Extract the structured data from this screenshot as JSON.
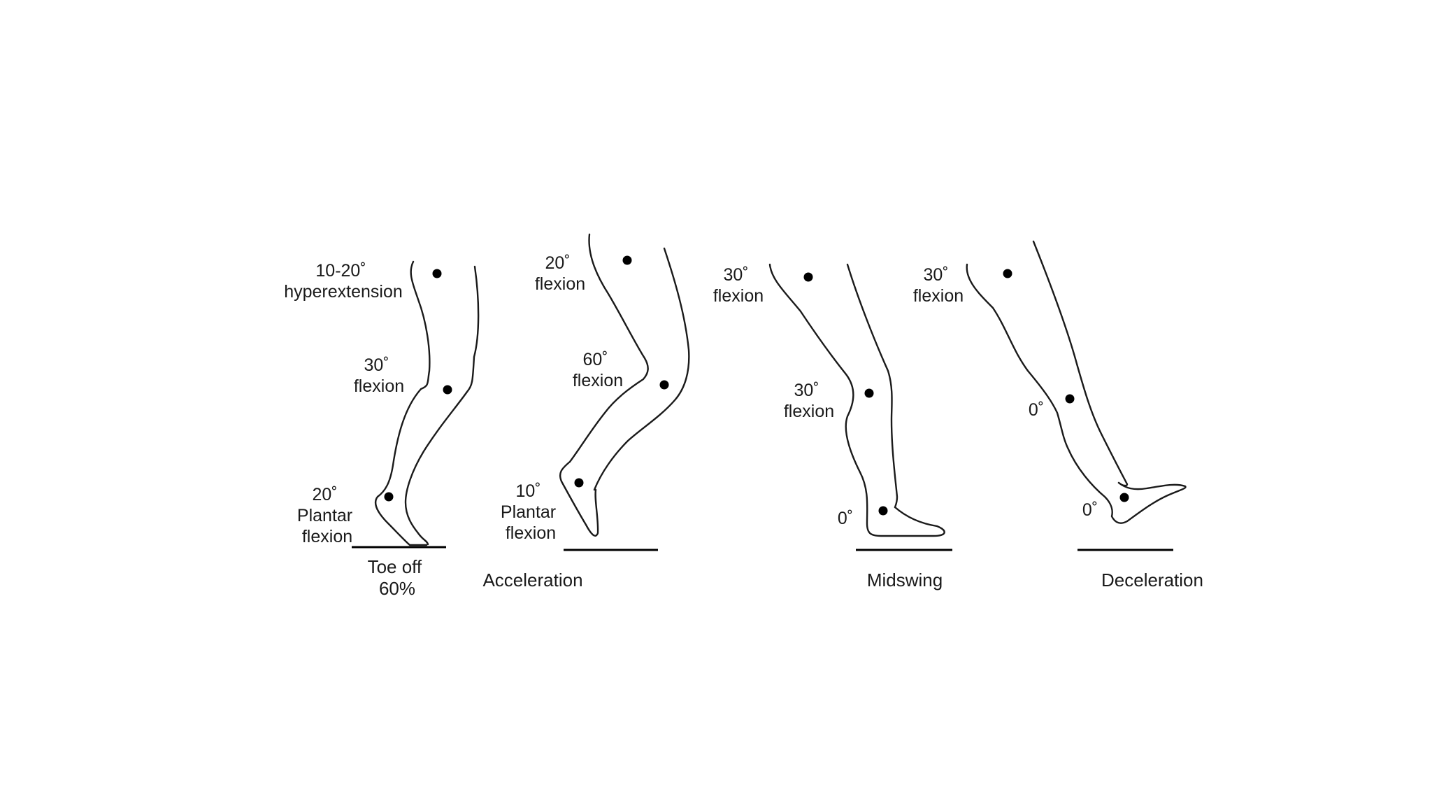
{
  "colors": {
    "background": "#ffffff",
    "ink": "#1a1a1a"
  },
  "phases": [
    {
      "id": "toe-off",
      "name_lines": [
        "Toe off",
        "60%"
      ],
      "hip": [
        "10-20˚",
        "hyperextension"
      ],
      "knee": [
        "30˚",
        "flexion"
      ],
      "ankle": [
        "20˚",
        "Plantar",
        "flexion"
      ]
    },
    {
      "id": "acceleration",
      "name_lines": [
        "Acceleration"
      ],
      "hip": [
        "20˚",
        "flexion"
      ],
      "knee": [
        "60˚",
        "flexion"
      ],
      "ankle": [
        "10˚",
        "Plantar",
        "flexion"
      ]
    },
    {
      "id": "midswing",
      "name_lines": [
        "Midswing"
      ],
      "hip": [
        "30˚",
        "flexion"
      ],
      "knee": [
        "30˚",
        "flexion"
      ],
      "ankle": [
        "0˚"
      ]
    },
    {
      "id": "deceleration",
      "name_lines": [
        "Deceleration"
      ],
      "hip": [
        "30˚",
        "flexion"
      ],
      "knee": [
        "0˚"
      ],
      "ankle": [
        "0˚"
      ]
    }
  ]
}
